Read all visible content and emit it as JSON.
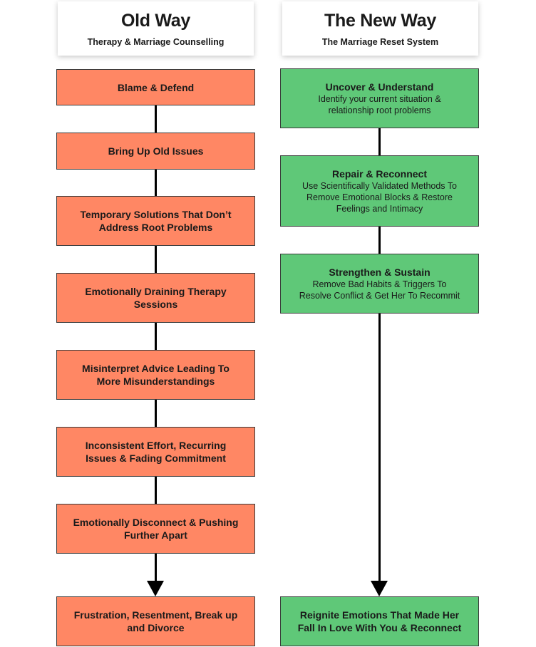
{
  "old_way": {
    "title": "Old Way",
    "subtitle": "Therapy & Marriage Counselling",
    "steps": [
      "Blame & Defend",
      "Bring Up Old Issues",
      "Temporary Solutions That Don’t\nAddress Root Problems",
      "Emotionally Draining Therapy\nSessions",
      "Misinterpret Advice Leading To\nMore Misunderstandings",
      "Inconsistent Effort, Recurring\nIssues & Fading Commitment",
      "Emotionally Disconnect & Pushing\nFurther Apart"
    ],
    "outcome": "Frustration, Resentment, Break up\nand Divorce",
    "color": "#ff8764"
  },
  "new_way": {
    "title": "The New Way",
    "subtitle": "The Marriage Reset System",
    "steps": [
      {
        "title": "Uncover & Understand",
        "desc": "Identify your current situation &\nrelationship root problems"
      },
      {
        "title": "Repair & Reconnect",
        "desc": "Use Scientifically Validated Methods To\nRemove  Emotional Blocks & Restore\nFeelings and Intimacy"
      },
      {
        "title": "Strengthen & Sustain",
        "desc": "Remove Bad Habits & Triggers To\nResolve Conflict & Get Her To Recommit"
      }
    ],
    "outcome": "Reignite Emotions That Made Her\nFall In Love With You & Reconnect",
    "color": "#5fc878"
  }
}
